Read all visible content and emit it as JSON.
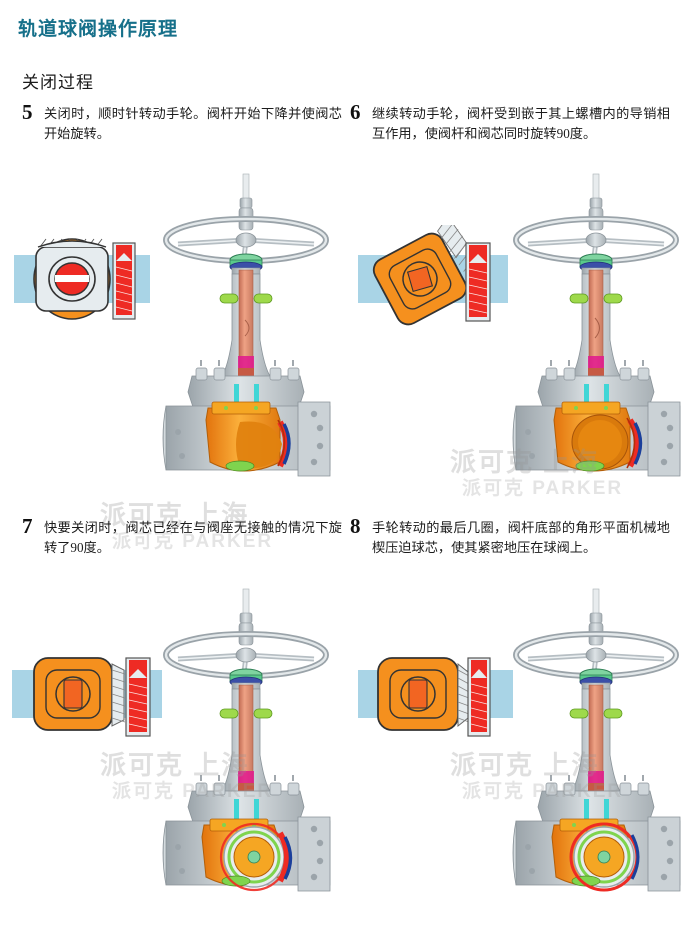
{
  "document": {
    "title": "轨道球阀操作原理",
    "title_color": "#16708a",
    "section_heading": "关闭过程"
  },
  "watermark": {
    "line1": "派可克         上海",
    "line2": "派可克 PARKER"
  },
  "steps": [
    {
      "number": "5",
      "text": "关闭时，顺时针转动手轮。阀杆开始下降并使阀芯开始旋转。",
      "inset_state": "ball-open-vertical",
      "valve_state": "ball-open"
    },
    {
      "number": "6",
      "text": "继续转动手轮，阀杆受到嵌于其上螺槽内的导销相互作用，使阀杆和阀芯同时旋转90度。",
      "inset_state": "ball-rotating-tilted",
      "valve_state": "ball-rotating"
    },
    {
      "number": "7",
      "text": "快要关闭时，阀芯已经在与阀座无接触的情况下旋转了90度。",
      "inset_state": "ball-closed-no-contact",
      "valve_state": "ball-closed-gap"
    },
    {
      "number": "8",
      "text": "手轮转动的最后几圈，阀杆底部的角形平面机械地楔压迫球芯，使其紧密地压在球阀上。",
      "inset_state": "ball-closed-wedged",
      "valve_state": "ball-closed-sealed"
    }
  ],
  "colors": {
    "title": "#16708a",
    "ball_orange": "#F5901E",
    "ball_orange_dark": "#E2730D",
    "pipe_blue": "#A9D4E6",
    "seat_red": "#EE2B24",
    "stem_copper": "#E08A6B",
    "body_steel": "#C3C9CD",
    "body_steel_dark": "#9BA4AA",
    "bolt_green": "#8CC63F",
    "guide_cyan": "#3FD6D6",
    "seal_blue": "#1B3F9B",
    "seal_magenta": "#E0188E"
  }
}
